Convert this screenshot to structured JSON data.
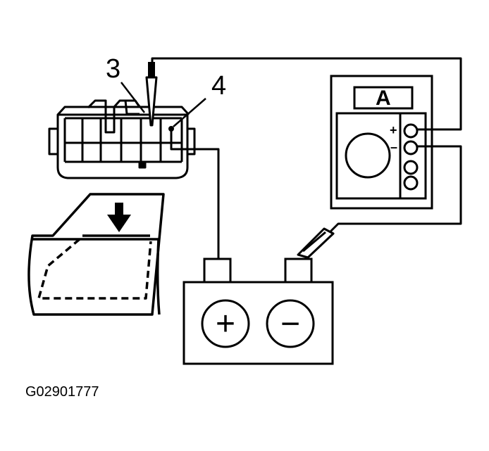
{
  "diagram": {
    "callouts": {
      "c3": "3",
      "c4": "4"
    },
    "meter": {
      "display": "A",
      "plus": "+",
      "minus": "–"
    },
    "battery": {
      "positive_terminal": "+",
      "negative_terminal": "−"
    },
    "figure_id": "G02901777"
  },
  "colors": {
    "ink": "#000000",
    "paper": "#ffffff"
  },
  "icons": [
    "connector",
    "test-probe",
    "ammeter",
    "battery",
    "arrow-down",
    "window-glass"
  ]
}
